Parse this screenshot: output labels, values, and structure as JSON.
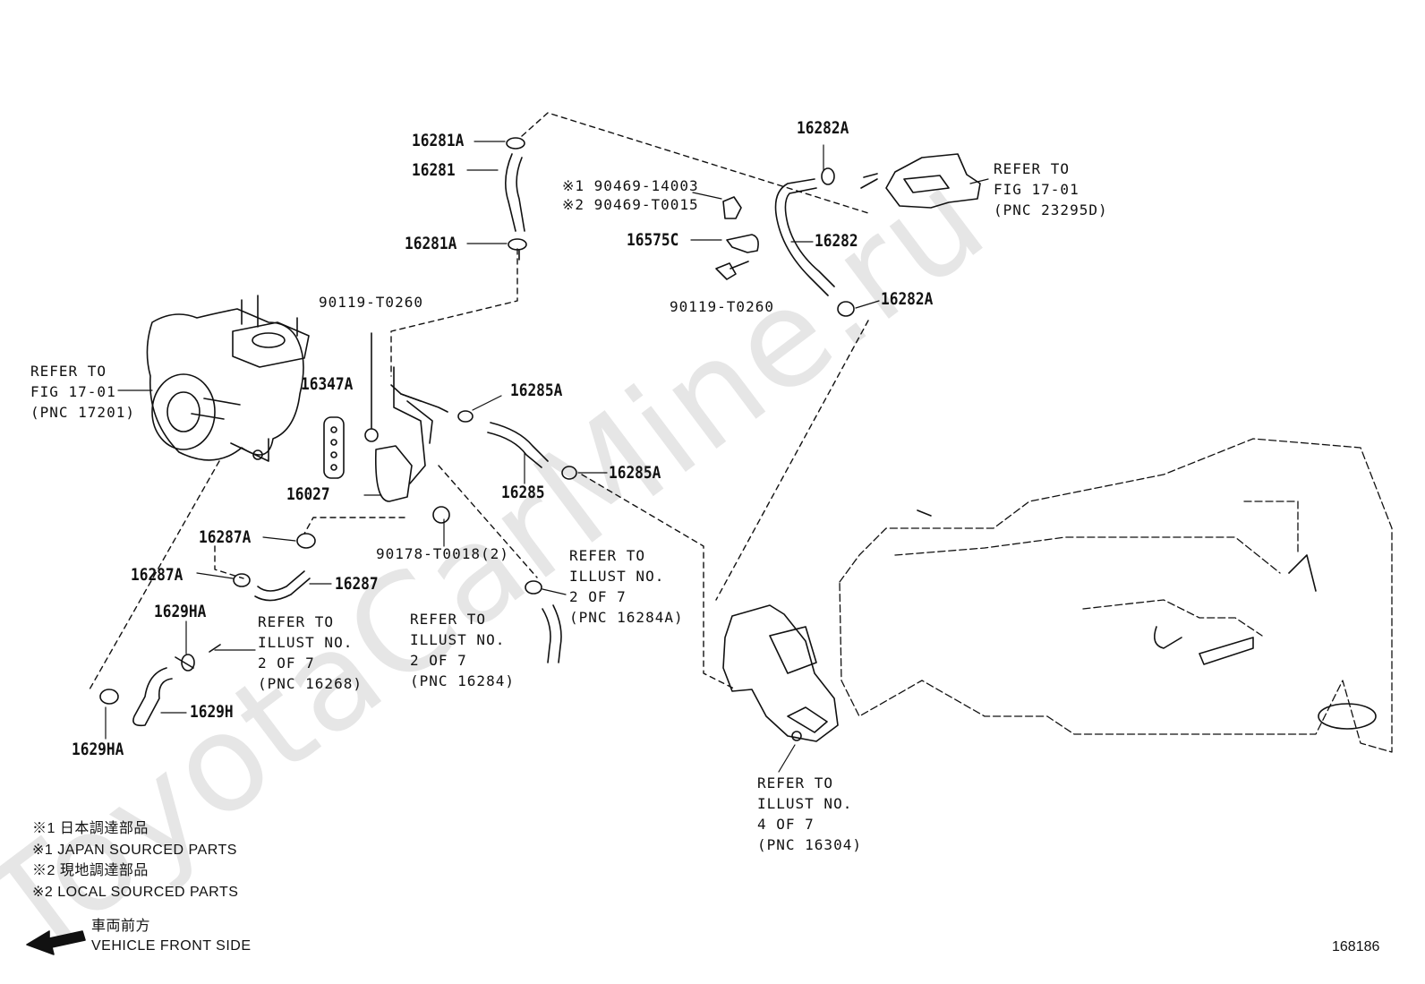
{
  "watermark": "ToyotaCarMine.ru",
  "illustration_number": "168186",
  "parts": {
    "p16281A_top": "16281A",
    "p16281": "16281",
    "p16281A_bottom": "16281A",
    "p16282A_top": "16282A",
    "p16282": "16282",
    "p16282A_bottom": "16282A",
    "p90469_1": "※1 90469-14003",
    "p90469_2": "※2 90469-T0015",
    "p16575C": "16575C",
    "p90119_right": "90119-T0260",
    "p90119_left": "90119-T0260",
    "p16347A": "16347A",
    "p16285A_top": "16285A",
    "p16285": "16285",
    "p16285A_bottom": "16285A",
    "p16027": "16027",
    "p90178": "90178-T0018(2)",
    "p16287A_top": "16287A",
    "p16287A_left": "16287A",
    "p16287": "16287",
    "p1629HA_top": "1629HA",
    "p1629H": "1629H",
    "p1629HA_bottom": "1629HA"
  },
  "references": {
    "fig_17_01_right": [
      "REFER TO",
      "FIG 17-01",
      "(PNC 23295D)"
    ],
    "fig_17_01_left": [
      "REFER TO",
      "FIG 17-01",
      "(PNC 17201)"
    ],
    "illust_2_of_7_16284A": [
      "REFER TO",
      "ILLUST NO.",
      "2 OF 7",
      "(PNC 16284A)"
    ],
    "illust_2_of_7_16268": [
      "REFER TO",
      "ILLUST NO.",
      "2 OF 7",
      "(PNC 16268)"
    ],
    "illust_2_of_7_16284": [
      "REFER TO",
      "ILLUST NO.",
      "2 OF 7",
      "(PNC 16284)"
    ],
    "illust_4_of_7_16304": [
      "REFER TO",
      "ILLUST NO.",
      "4 OF 7",
      "(PNC 16304)"
    ]
  },
  "notes": [
    "※1 日本調達部品",
    "※1 JAPAN SOURCED PARTS",
    "※2 現地調達部品",
    "※2 LOCAL SOURCED PARTS"
  ],
  "front": {
    "jp": "車両前方",
    "en": "VEHICLE FRONT SIDE"
  }
}
